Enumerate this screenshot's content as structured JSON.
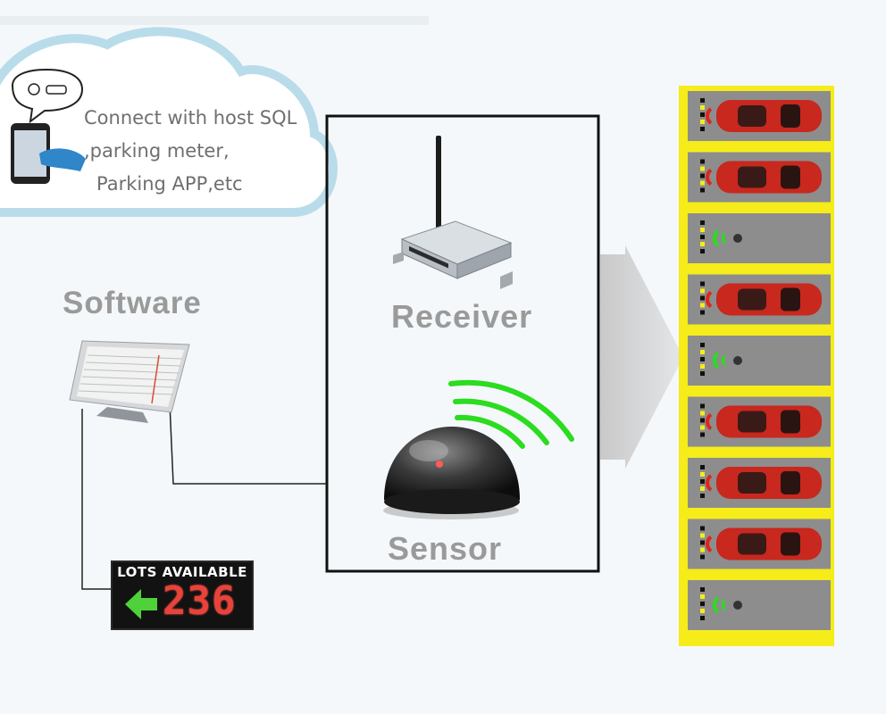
{
  "cloud": {
    "lines": [
      "Connect with host SQL",
      ",parking meter,",
      "Parking APP,etc"
    ]
  },
  "software": {
    "label": "Software"
  },
  "receiver": {
    "label": "Receiver"
  },
  "sensor": {
    "label": "Sensor"
  },
  "sign": {
    "title": "LOTS AVAILABLE",
    "count": "236"
  },
  "parking": {
    "bays": [
      "occupied",
      "occupied",
      "vacant",
      "occupied",
      "vacant",
      "occupied",
      "occupied",
      "occupied",
      "vacant"
    ]
  },
  "colors": {
    "lot_yellow": "#f5ec1a",
    "bay_gray": "#8d8d8d",
    "car_red": "#c8281e",
    "signal_green": "#2bdc1f",
    "signal_red": "#e0251a",
    "cloud_blue": "#a9d3e4"
  }
}
